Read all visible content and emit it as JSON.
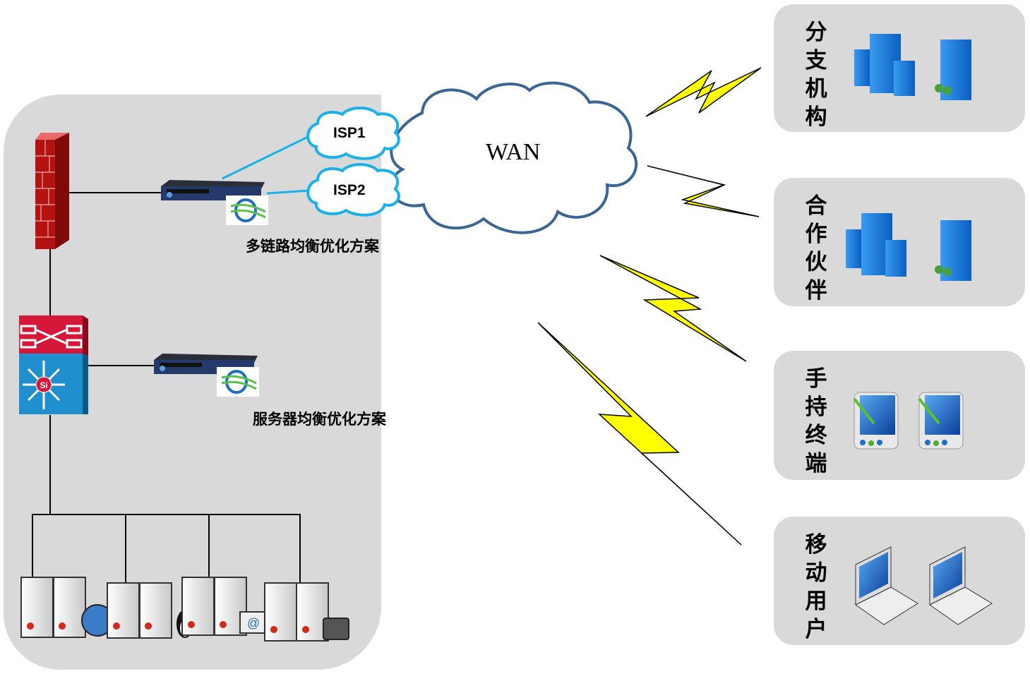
{
  "diagram": {
    "wan": {
      "label": "WAN"
    },
    "isps": [
      {
        "label": "ISP1"
      },
      {
        "label": "ISP2"
      }
    ],
    "captions": {
      "multilink": "多链路均衡优化方案",
      "server": "服务器均衡优化方案"
    },
    "remote_sites": [
      {
        "label": "分支机构",
        "icon": "office-buildings-icon"
      },
      {
        "label": "合作伙伴",
        "icon": "office-buildings-icon"
      },
      {
        "label": "手持终端",
        "icon": "pda-icon"
      },
      {
        "label": "移动用户",
        "icon": "laptop-icon"
      }
    ],
    "servers": [
      {
        "type": "web-server",
        "badge": "globe-icon"
      },
      {
        "type": "linux-server",
        "badge": "penguin-icon"
      },
      {
        "type": "mail-server",
        "badge": "envelope-icon"
      },
      {
        "type": "file-server",
        "badge": "folder-icon"
      }
    ],
    "colors": {
      "zone_bg": "#d9d9d9",
      "isp_cloud": "#1ab0e8",
      "wan_cloud": "#3a6594",
      "lightning": "#ffff00",
      "firewall": "#b01010",
      "switch_top": "#d0182e",
      "switch_bottom": "#1e8cc8",
      "building": "#1e7fd8"
    }
  }
}
